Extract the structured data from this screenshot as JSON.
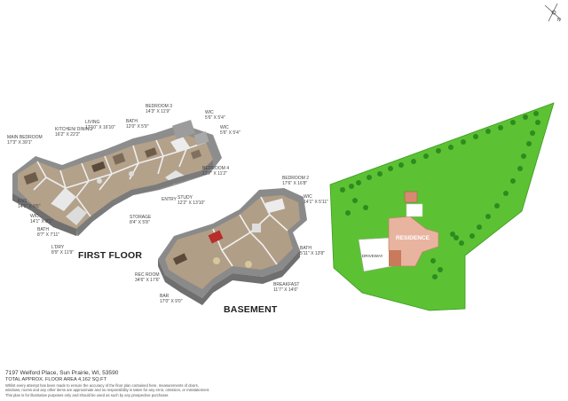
{
  "rooms": {
    "main_bedroom": {
      "name": "MAIN BEDROOM",
      "dims": "17'3\" x 39'1\""
    },
    "kitchen": {
      "name": "KITCHEN/ DINING",
      "dims": "16'2\" x 22'2\""
    },
    "living": {
      "name": "LIVING",
      "dims": "17'10\" x 16'10\""
    },
    "bath_top": {
      "name": "BATH",
      "dims": "12'0\" x 5'9\""
    },
    "bedroom3": {
      "name": "BEDROOM 3",
      "dims": "14'3\" x 11'9\""
    },
    "wic_a": {
      "name": "WIC",
      "dims": "5'6\" x 5'4\""
    },
    "wic_b": {
      "name": "WIC",
      "dims": "5'6\" x 5'4\""
    },
    "bedroom4": {
      "name": "BEDROOM 4",
      "dims": "13'7\" x 11'2\""
    },
    "ens": {
      "name": "ENS",
      "dims": "14'1\" x 9'6\""
    },
    "wic_main": {
      "name": "WIC",
      "dims": "14'1\" x 8'1\""
    },
    "bath_main": {
      "name": "BATH",
      "dims": "8'7\" x 7'11\""
    },
    "laundry": {
      "name": "L'DRY",
      "dims": "8'9\" x 11'9\""
    },
    "storage": {
      "name": "STORAGE",
      "dims": "8'4\" x 5'8\""
    },
    "entry": {
      "name": "ENTRY",
      "dims": ""
    },
    "study": {
      "name": "STUDY",
      "dims": "12'2\" x 13'10\""
    },
    "bedroom2": {
      "name": "BEDROOM 2",
      "dims": "17'6\" x 16'8\""
    },
    "wic_base": {
      "name": "WIC",
      "dims": "14'1\" x 5'11\""
    },
    "bath_base": {
      "name": "BATH",
      "dims": "5'11\" x 13'8\""
    },
    "rec_room": {
      "name": "REC ROOM",
      "dims": "34'6\" x 17'6\""
    },
    "breakfast": {
      "name": "BREAKFAST",
      "dims": "11'7\" x 14'6\""
    },
    "bar": {
      "name": "BAR",
      "dims": "17'0\" x 9'0\""
    }
  },
  "floors": {
    "first": "FIRST FLOOR",
    "basement": "BASEMENT"
  },
  "site": {
    "residence": "RESIDENCE",
    "driveway": "DRIVEWAY",
    "north": "N"
  },
  "footer": {
    "address": "7197 Welford Place, Sun Prairie, WI, 53590",
    "area": "TOTAL APPROX. FLOOR AREA 4,162 SQ.FT",
    "disclaimer1": "Whilst every attempt has been made to ensure the accuracy of the floor plan contained here, measurements of doors,",
    "disclaimer2": "windows, rooms and any other items are approximate and no responsibility is taken for any error, omission, or misstatement.",
    "disclaimer3": "This plan is for illustrative purposes only and should be used as such by any prospective purchaser."
  },
  "colors": {
    "lawn": "#5cc233",
    "tree": "#2e8b1f",
    "house": "#e8b4a0",
    "floor": "#a89680"
  }
}
